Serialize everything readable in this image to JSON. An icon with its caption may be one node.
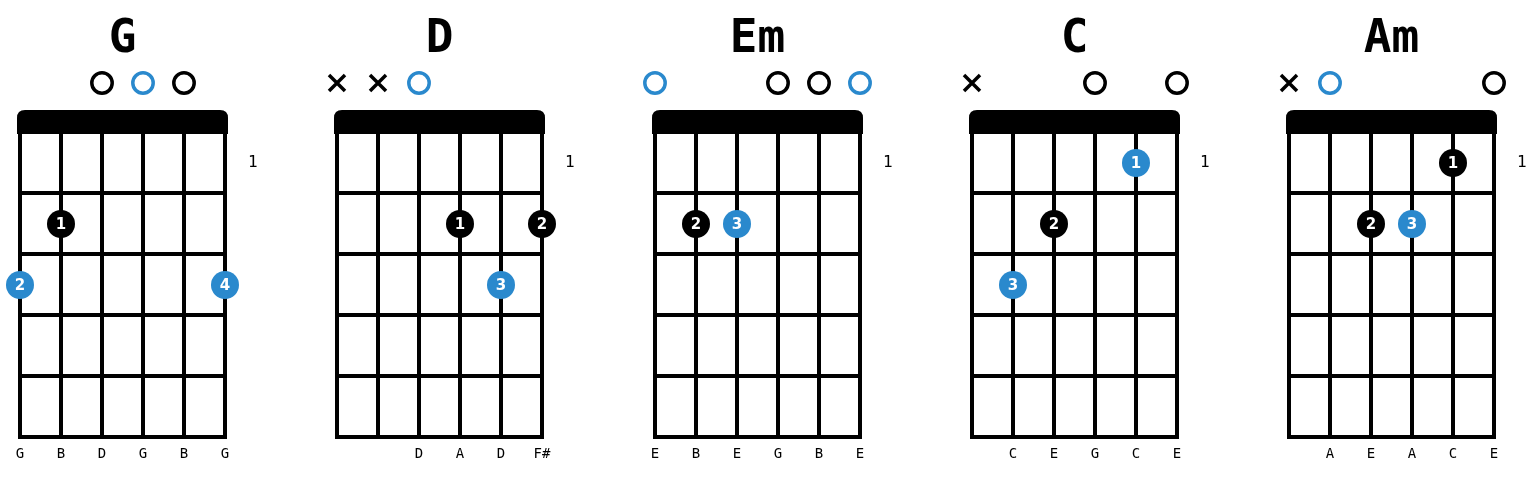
{
  "diagram": {
    "nodes": [
      {
        "text": [
          "G"
        ],
        "beside": [
          "1",
          "G",
          "B",
          "D",
          "G",
          "B",
          "G"
        ]
      },
      {
        "text": [],
        "shape": "circle",
        "in": 0
      },
      {
        "text": [],
        "shape": "circle",
        "in": 0
      },
      {
        "text": [],
        "shape": "circle",
        "in": 0
      },
      {
        "text": [
          "1"
        ],
        "in": 0
      },
      {
        "text": [
          "2"
        ],
        "in": 0
      },
      {
        "text": [
          "4"
        ],
        "in": 0
      },
      {
        "text": [
          "D"
        ],
        "beside": [
          "1",
          "D",
          "A",
          "D",
          "F#"
        ]
      },
      {
        "text": [],
        "shape": "cross",
        "in": 7
      },
      {
        "text": [],
        "shape": "cross",
        "in": 7
      },
      {
        "text": [],
        "shape": "circle",
        "in": 7
      },
      {
        "text": [
          "1"
        ],
        "in": 7
      },
      {
        "text": [
          "2"
        ],
        "in": 7
      },
      {
        "text": [
          "3"
        ],
        "in": 7
      },
      {
        "text": [
          "Em"
        ],
        "beside": [
          "1",
          "E",
          "B",
          "E",
          "G",
          "B",
          "E"
        ]
      },
      {
        "text": [],
        "shape": "circle",
        "in": 14
      },
      {
        "text": [],
        "shape": "circle",
        "in": 14
      },
      {
        "text": [],
        "shape": "circle",
        "in": 14
      },
      {
        "text": [],
        "shape": "circle",
        "in": 14
      },
      {
        "text": [
          "2"
        ],
        "in": 14
      },
      {
        "text": [
          "3"
        ],
        "in": 14
      },
      {
        "text": [
          "C"
        ],
        "beside": [
          "1",
          "C",
          "E",
          "G",
          "C",
          "E"
        ]
      },
      {
        "text": [],
        "shape": "cross",
        "in": 21
      },
      {
        "text": [],
        "shape": "circle",
        "in": 21
      },
      {
        "text": [],
        "shape": "circle",
        "in": 21
      },
      {
        "text": [
          "1"
        ],
        "in": 21
      },
      {
        "text": [
          "2"
        ],
        "in": 21
      },
      {
        "text": [
          "3"
        ],
        "in": 21
      },
      {
        "text": [
          "Am"
        ],
        "beside": [
          "1",
          "A",
          "E",
          "A",
          "C",
          "E"
        ]
      },
      {
        "text": [],
        "shape": "cross",
        "in": 28
      },
      {
        "text": [],
        "shape": "circle",
        "in": 28
      },
      {
        "text": [],
        "shape": "circle",
        "in": 28
      },
      {
        "text": [
          "1"
        ],
        "in": 28
      },
      {
        "text": [
          "2"
        ],
        "in": 28
      },
      {
        "text": [
          "3"
        ],
        "in": 28
      }
    ]
  }
}
